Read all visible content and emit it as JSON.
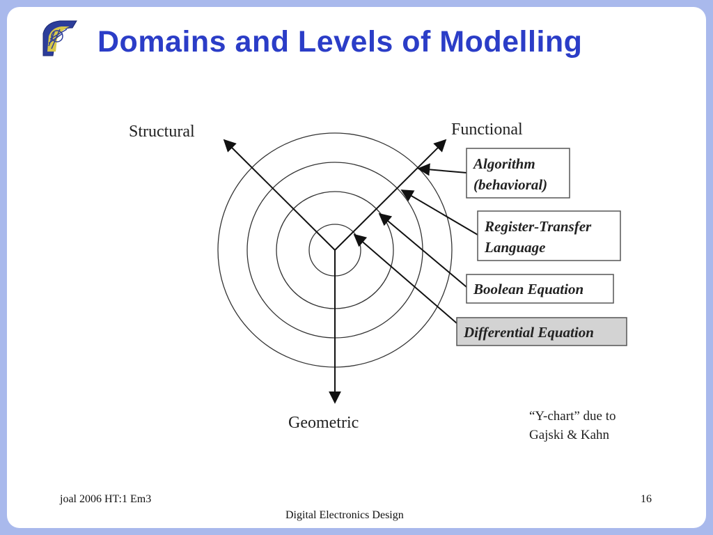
{
  "slide": {
    "title": "Domains and Levels of Modelling",
    "accent_color": "#2b3dc7",
    "background_color": "#a9b9ec",
    "logo_icon": "university-seal-icon"
  },
  "diagram": {
    "axes": {
      "structural": "Structural",
      "functional": "Functional",
      "geometric": "Geometric"
    },
    "levels": [
      {
        "line1": "Algorithm",
        "line2": "(behavioral)",
        "highlighted": false
      },
      {
        "line1": "Register-Transfer",
        "line2": "Language",
        "highlighted": false
      },
      {
        "line1": "Boolean Equation",
        "line2": "",
        "highlighted": false
      },
      {
        "line1": "Differential Equation",
        "line2": "",
        "highlighted": true
      }
    ],
    "credit_line1": "“Y-chart” due to",
    "credit_line2": "Gajski & Kahn"
  },
  "footer": {
    "left": "joal 2006 HT:1 Em3",
    "page_number": "16",
    "center": "Digital Electronics Design"
  }
}
